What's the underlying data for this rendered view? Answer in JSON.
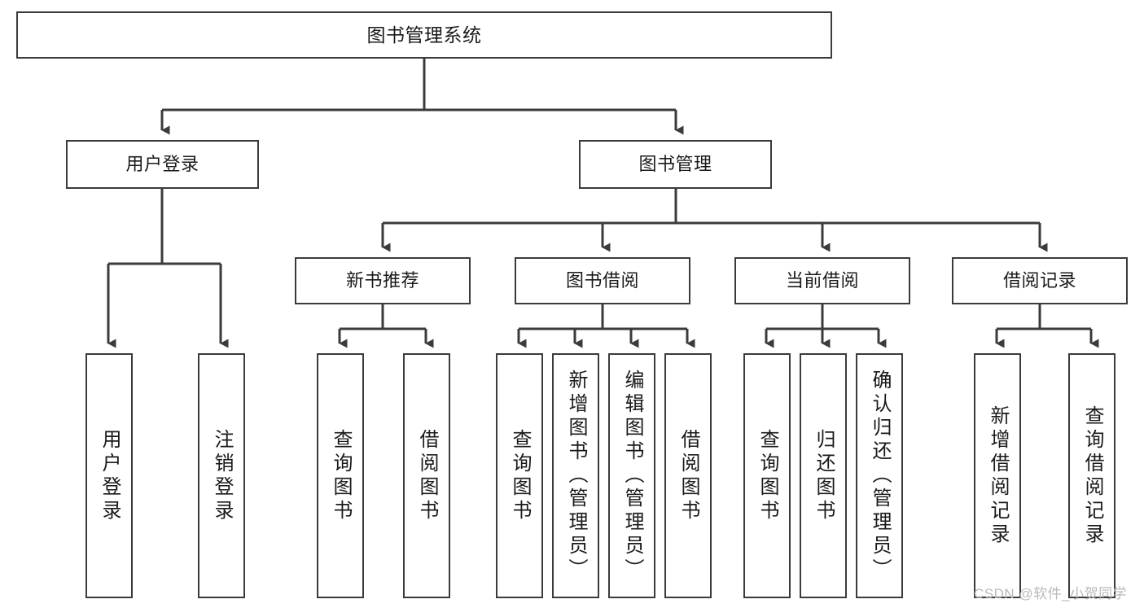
{
  "diagram": {
    "title": "图书管理系统",
    "type": "hierarchy-tree",
    "root": {
      "label": "图书管理系统",
      "children": [
        {
          "label": "用户登录",
          "children": [
            {
              "label": "用户登录"
            },
            {
              "label": "注销登录"
            }
          ]
        },
        {
          "label": "图书管理",
          "children": [
            {
              "label": "新书推荐",
              "children": [
                {
                  "label": "查询图书"
                },
                {
                  "label": "借阅图书"
                }
              ]
            },
            {
              "label": "图书借阅",
              "children": [
                {
                  "label": "查询图书"
                },
                {
                  "label": "新增图书（管理员）"
                },
                {
                  "label": "编辑图书（管理员）"
                },
                {
                  "label": "借阅图书"
                }
              ]
            },
            {
              "label": "当前借阅",
              "children": [
                {
                  "label": "查询图书"
                },
                {
                  "label": "归还图书"
                },
                {
                  "label": "确认归还（管理员）"
                }
              ]
            },
            {
              "label": "借阅记录",
              "children": [
                {
                  "label": "新增借阅记录"
                },
                {
                  "label": "查询借阅记录"
                }
              ]
            }
          ]
        }
      ]
    }
  },
  "nodes": {
    "root": "图书管理系统",
    "user_login": "用户登录",
    "book_manage": "图书管理",
    "new_book_rec": "新书推荐",
    "book_borrow": "图书借阅",
    "current_borrow": "当前借阅",
    "borrow_record": "借阅记录",
    "leaf_user_login": "用户登录",
    "leaf_logout": "注销登录",
    "leaf_query_book_1": "查询图书",
    "leaf_borrow_book_1": "借阅图书",
    "leaf_query_book_2": "查询图书",
    "leaf_add_book_admin": "新增图书（管理员）",
    "leaf_edit_book_admin": "编辑图书（管理员）",
    "leaf_borrow_book_2": "借阅图书",
    "leaf_query_book_3": "查询图书",
    "leaf_return_book": "归还图书",
    "leaf_confirm_return_admin": "确认归还（管理员）",
    "leaf_add_record": "新增借阅记录",
    "leaf_query_record": "查询借阅记录"
  },
  "watermark": {
    "text": "CSDN @软件_小贺同学"
  },
  "colors": {
    "border": "#3b3b3b",
    "background": "#ffffff",
    "text": "#1a1a1a",
    "watermark": "#b9b9b9"
  }
}
